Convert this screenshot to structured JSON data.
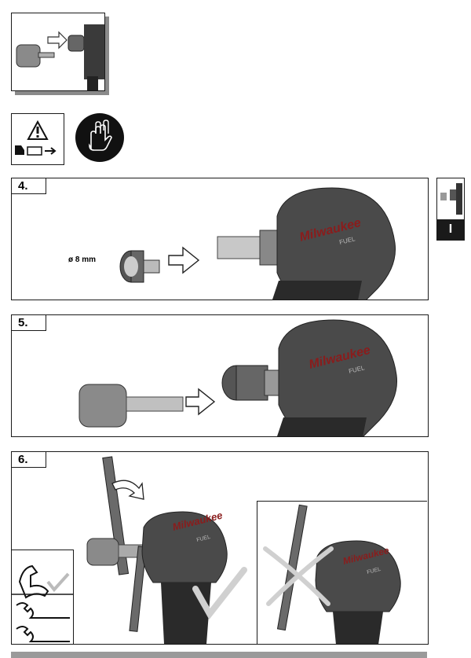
{
  "steps": [
    {
      "label": "4.",
      "dimension": "ø 8 mm"
    },
    {
      "label": "5."
    },
    {
      "label": "6."
    }
  ],
  "brand": {
    "name": "Milwaukee",
    "sub": "FUEL"
  },
  "language_tab": {
    "letter": "I"
  },
  "icons": [
    "warning-triangle-icon",
    "battery-remove-icon",
    "gloves-icon",
    "flex-arm-check-icon",
    "wrench-icon"
  ],
  "colors": {
    "tool_body": "#4a4a4a",
    "brand_red": "#8a1c1c",
    "frame": "#1a1a1a",
    "footer": "#9a9a9a"
  }
}
